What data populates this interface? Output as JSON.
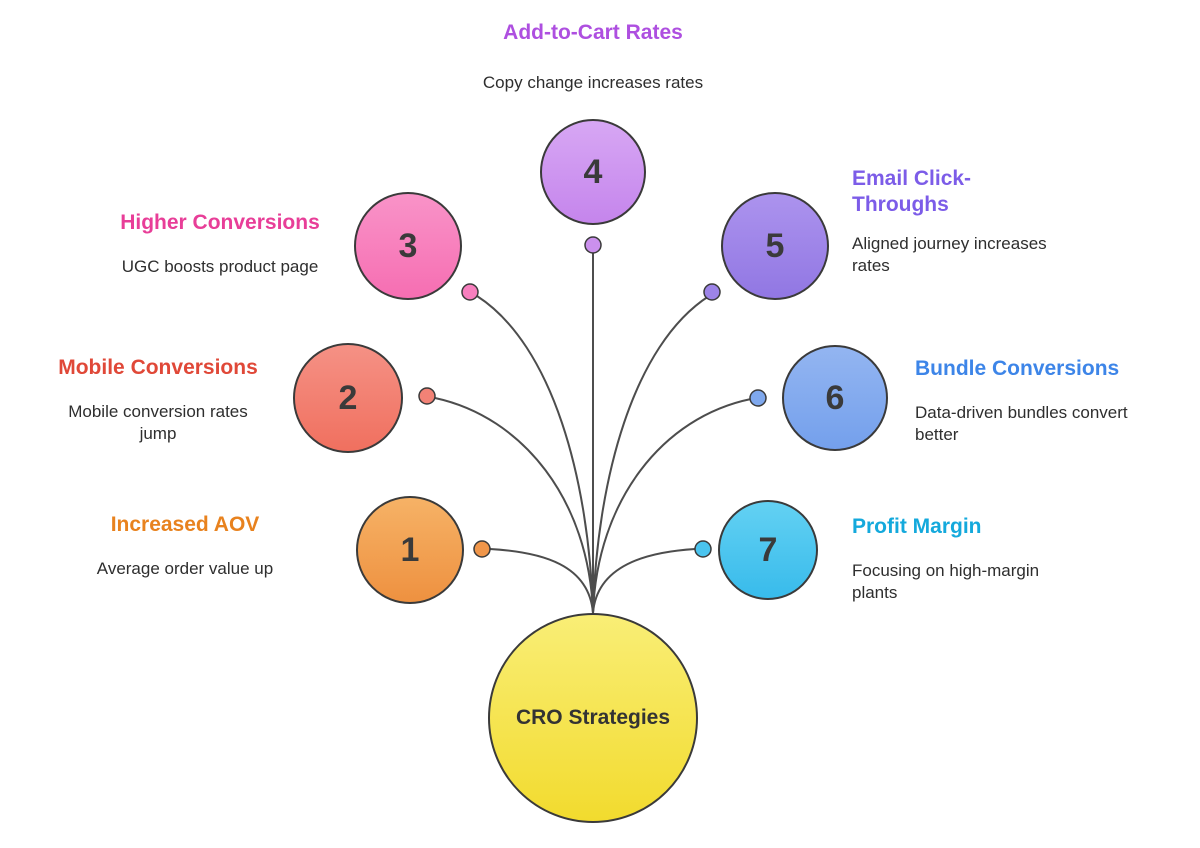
{
  "diagram": {
    "center": {
      "label": "CRO Strategies",
      "color": "#F2DB2E"
    },
    "line_color": "#4d4d4d",
    "nodes": [
      {
        "number": "1",
        "title": "Increased AOV",
        "description": "Average order value up",
        "color": "#F09A3E",
        "title_color": "#E8821E"
      },
      {
        "number": "2",
        "title": "Mobile Conversions",
        "description": "Mobile conversion rates jump",
        "color": "#F28273",
        "title_color": "#E04838"
      },
      {
        "number": "3",
        "title": "Higher Conversions",
        "description": "UGC boosts product page",
        "color": "#F77FBE",
        "title_color": "#E83E98"
      },
      {
        "number": "4",
        "title": "Add-to-Cart Rates",
        "description": "Copy change increases rates",
        "color": "#C98BEC",
        "title_color": "#AE4FE0"
      },
      {
        "number": "5",
        "title": "Email Click-Throughs",
        "description": "Aligned journey increases rates",
        "color": "#9B82E8",
        "title_color": "#7C5CE8"
      },
      {
        "number": "6",
        "title": "Bundle Conversions",
        "description": "Data-driven bundles convert better",
        "color": "#7FA8ED",
        "title_color": "#3D85E8"
      },
      {
        "number": "7",
        "title": "Profit Margin",
        "description": "Focusing on high-margin plants",
        "color": "#45C6F0",
        "title_color": "#14A9DC"
      }
    ]
  }
}
